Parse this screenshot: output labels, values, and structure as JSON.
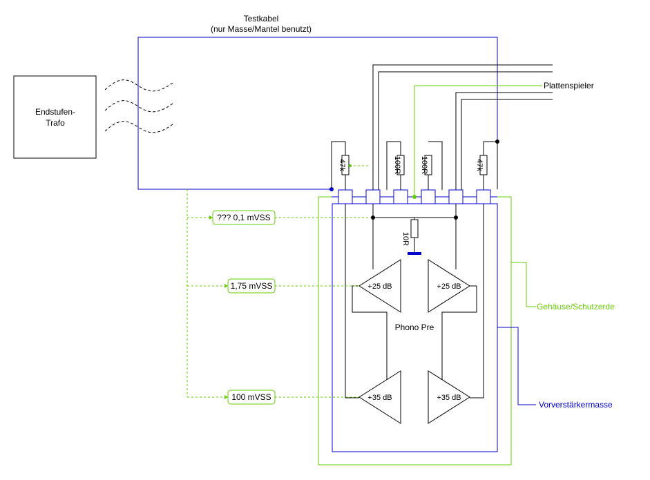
{
  "blocks": {
    "trafo_line1": "Endstufen-",
    "trafo_line2": "Trafo",
    "testkabel_line1": "Testkabel",
    "testkabel_line2": "(nur Masse/Mantel benutzt)",
    "phono_pre": "Phono Pre"
  },
  "labels": {
    "plattenspieler": "Plattenspieler",
    "gehaeuse": "Gehäuse/Schutzerde",
    "vorverstaerker": "Vorverstärkermasse"
  },
  "measurements": {
    "m1": "??? 0,1 mVSS",
    "m2": "1,75 mVSS",
    "m3": "100 mVSS"
  },
  "resistors": {
    "r_left_47k": "47k",
    "r_left_100r": "100R",
    "r_right_100r": "100R",
    "r_right_47k": "47k",
    "r_10r": "10R"
  },
  "amplifiers": {
    "amp_tl": "+25 dB",
    "amp_tr": "+25 dB",
    "amp_bl": "+35 dB",
    "amp_br": "+35 dB"
  },
  "colors": {
    "blue": "#0000cc",
    "green": "#66cc00",
    "black": "#000000"
  }
}
